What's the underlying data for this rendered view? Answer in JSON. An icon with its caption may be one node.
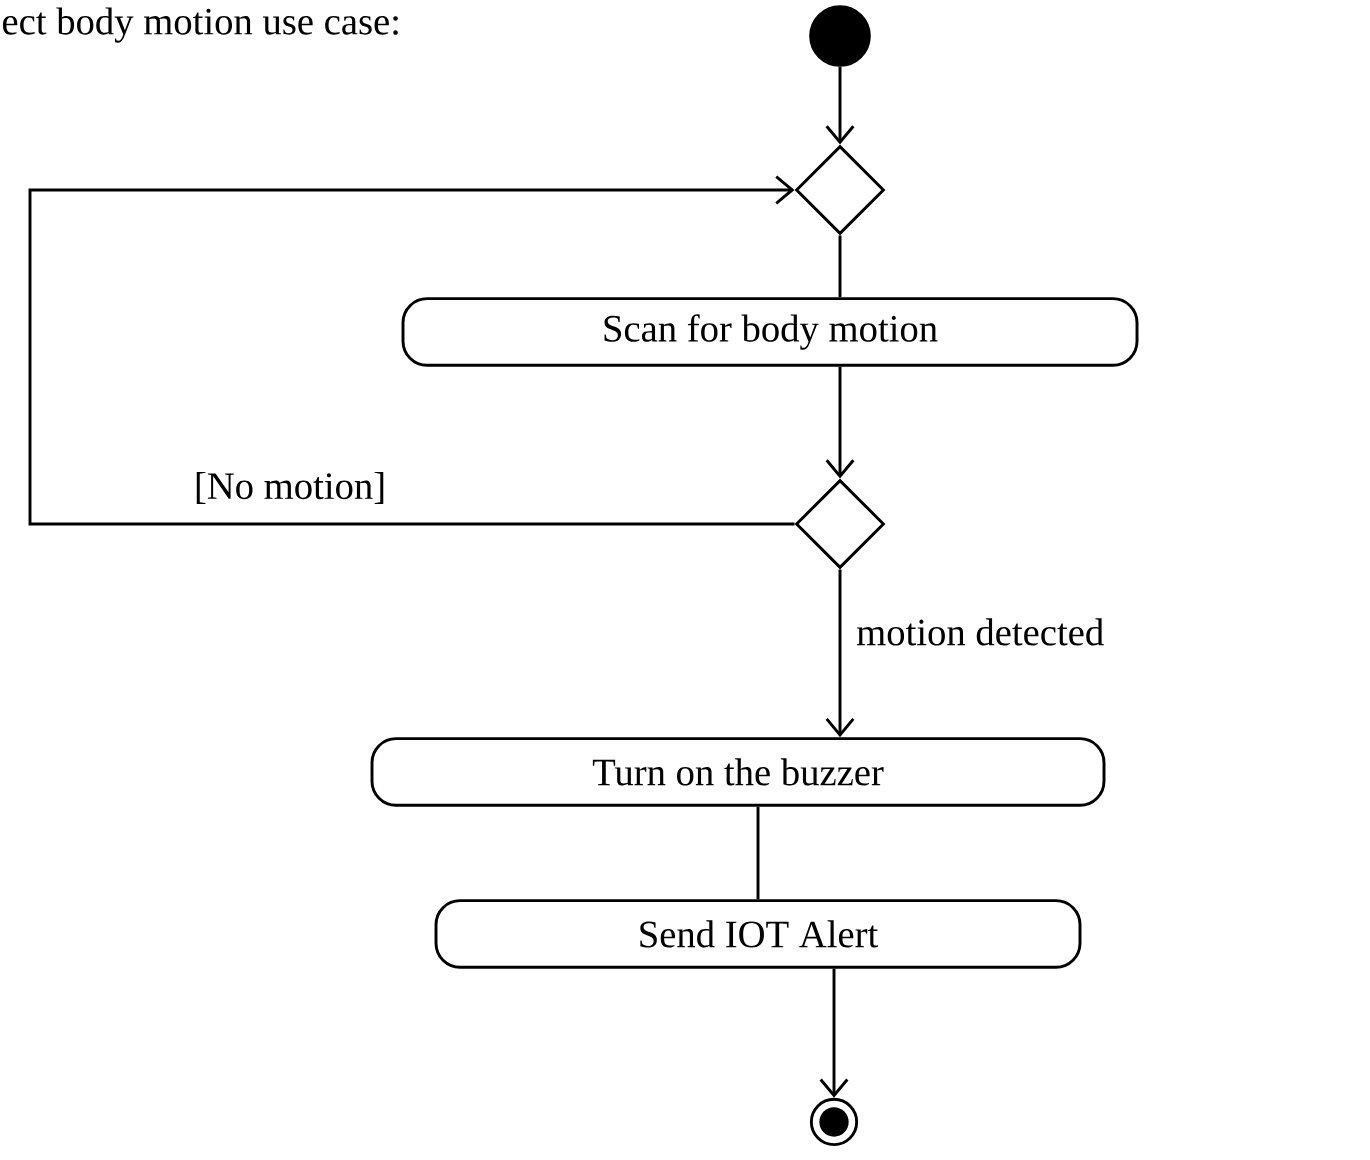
{
  "diagram": {
    "title": "ect body motion use case:",
    "nodes": [
      {
        "text": [],
        "shape": "circle"
      },
      {
        "text": [],
        "shape": "diamond"
      },
      {
        "text": [
          "Scan for body motion"
        ]
      },
      {
        "text": [],
        "shape": "diamond"
      },
      {
        "text": [
          "Turn on the buzzer"
        ]
      },
      {
        "text": [
          "Send IOT Alert"
        ]
      },
      {
        "text": [],
        "shape": "bullseye"
      }
    ],
    "edges": [
      {
        "from": 0,
        "to": 1,
        "arrow": "to"
      },
      {
        "from": 1,
        "to": 2,
        "arrow": "none"
      },
      {
        "from": 2,
        "to": 3,
        "arrow": "to"
      },
      {
        "from": 3,
        "to": 1,
        "arrow": "to",
        "label": "[No motion]"
      },
      {
        "from": 3,
        "to": 4,
        "arrow": "to",
        "label": "motion detected"
      },
      {
        "from": 4,
        "to": 5,
        "arrow": "none"
      },
      {
        "from": 5,
        "to": 6,
        "arrow": "to"
      }
    ]
  }
}
